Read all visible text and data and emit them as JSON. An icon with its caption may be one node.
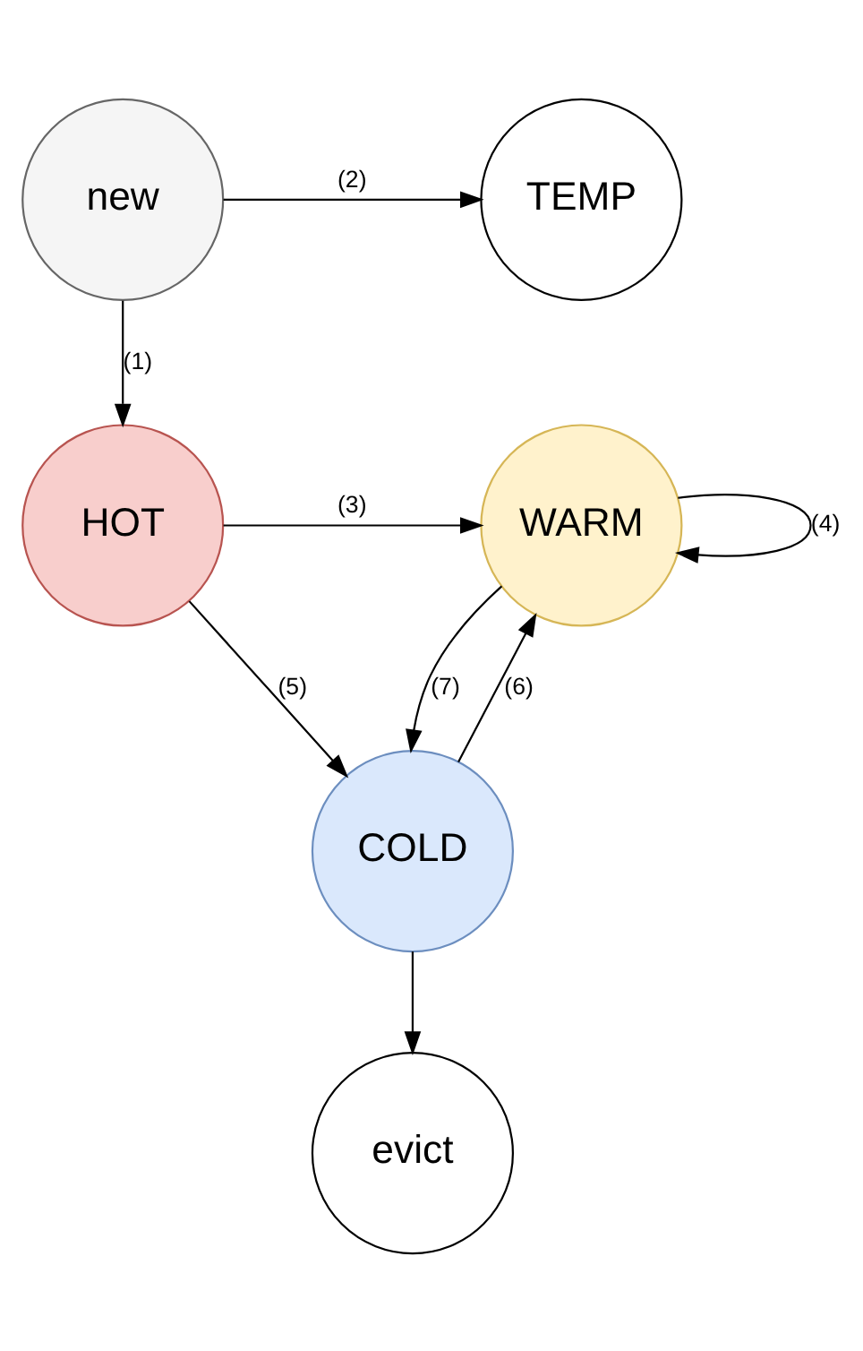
{
  "diagram": {
    "nodes": [
      {
        "text": [
          "new"
        ]
      },
      {
        "text": [
          "TEMP"
        ]
      },
      {
        "text": [
          "HOT"
        ]
      },
      {
        "text": [
          "WARM"
        ]
      },
      {
        "text": [
          "COLD"
        ]
      },
      {
        "text": [
          "evict"
        ]
      }
    ],
    "edges": [
      {
        "from": 0,
        "to": 1,
        "arrow": "to",
        "label": "(2)"
      },
      {
        "from": 0,
        "to": 2,
        "arrow": "to",
        "label": "(1)"
      },
      {
        "from": 2,
        "to": 3,
        "arrow": "to",
        "label": "(3)"
      },
      {
        "from": 3,
        "to": 3,
        "arrow": "to",
        "label": "(4)"
      },
      {
        "from": 2,
        "to": 4,
        "arrow": "to",
        "label": "(5)"
      },
      {
        "from": 4,
        "to": 3,
        "arrow": "to",
        "label": "(6)"
      },
      {
        "from": 3,
        "to": 4,
        "arrow": "to",
        "label": "(7)"
      },
      {
        "from": 4,
        "to": 5,
        "arrow": "to"
      }
    ]
  }
}
